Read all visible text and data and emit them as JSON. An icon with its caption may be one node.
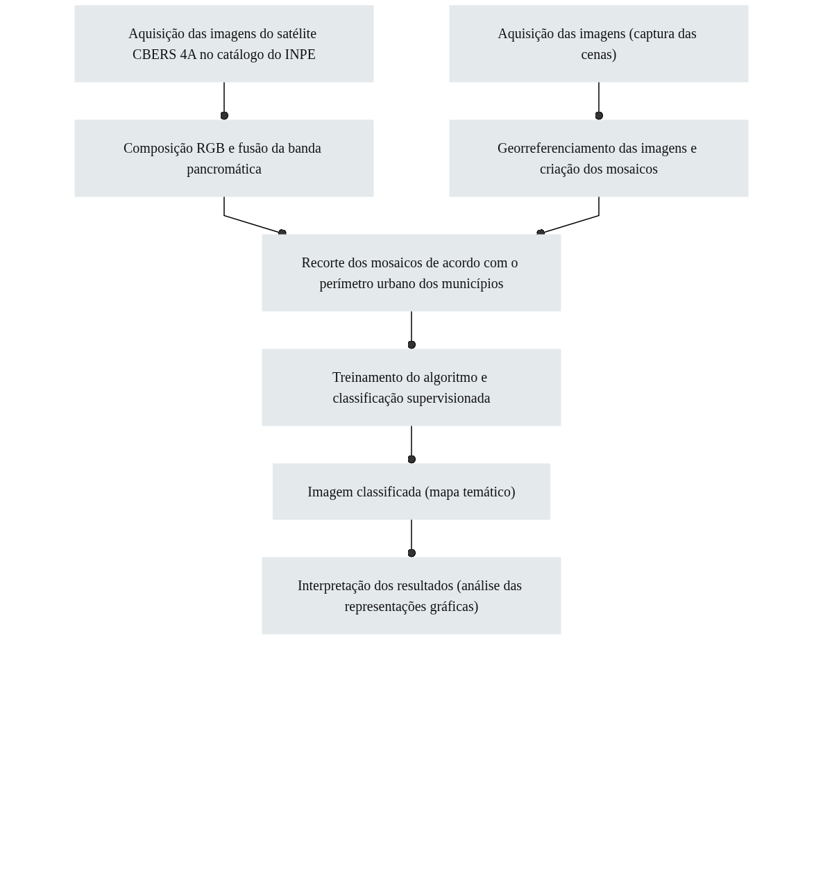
{
  "diagram": {
    "nodes": [
      {
        "text": [
          "Aquisição das imagens do satélite CBERS 4A no catálogo do INPE"
        ]
      },
      {
        "text": [
          "Aquisição das imagens (captura das cenas)"
        ]
      },
      {
        "text": [
          "Composição RGB e fusão da banda pancromática"
        ]
      },
      {
        "text": [
          "Georreferenciamento das imagens e criação dos mosaicos"
        ]
      },
      {
        "text": [
          "Recorte dos mosaicos de acordo com o perímetro urbano dos municípios"
        ]
      },
      {
        "text": [
          "Treinamento do algoritmo e classificação supervisionada"
        ]
      },
      {
        "text": [
          "Imagem classificada (mapa temático)"
        ]
      },
      {
        "text": [
          "Interpretação dos resultados (análise das representações gráficas)"
        ]
      }
    ],
    "edges": [
      {
        "from": 0,
        "to": 2,
        "arrow": "other"
      },
      {
        "from": 1,
        "to": 3,
        "arrow": "other"
      },
      {
        "from": 2,
        "to": 4,
        "arrow": "other"
      },
      {
        "from": 3,
        "to": 4,
        "arrow": "other"
      },
      {
        "from": 4,
        "to": 5,
        "arrow": "other"
      },
      {
        "from": 5,
        "to": 6,
        "arrow": "other"
      },
      {
        "from": 6,
        "to": 7,
        "arrow": "other"
      }
    ]
  }
}
